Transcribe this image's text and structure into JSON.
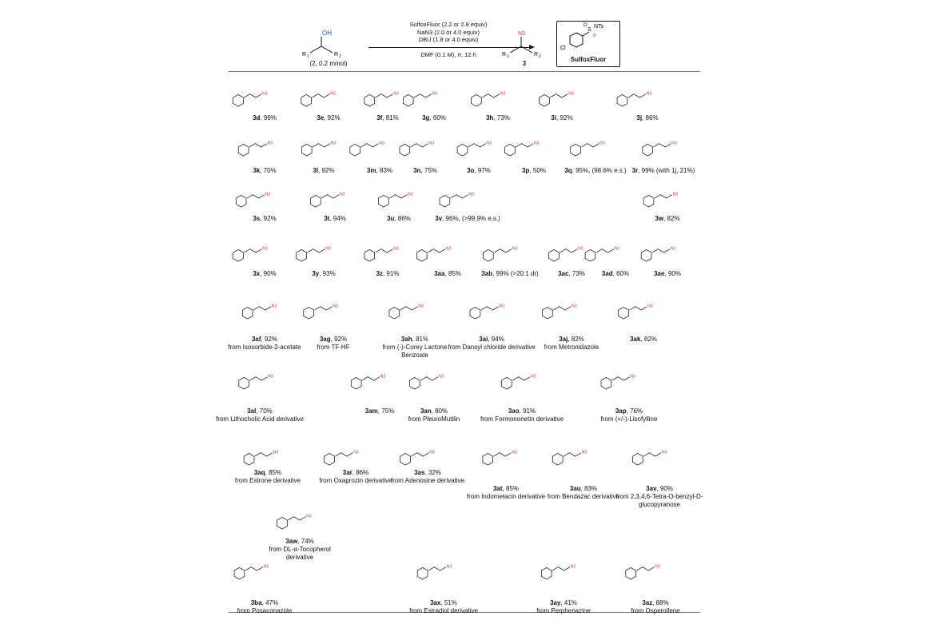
{
  "scheme": {
    "substrate_label": "(2, 0.2 mmol)",
    "substrate_num": "2",
    "conditions": [
      "SulfoxFluor (2.2 or 2.8 equiv)",
      "NaN3 (2.0 or 4.0 equiv)",
      "DBU (1.8 or 4.0 equiv)"
    ],
    "solvent": "DMF (0.1 M), rt, 12 h",
    "product_label": "3",
    "reagent_name": "SulfoxFluor",
    "atoms": {
      "oh": "OH",
      "r1": "R1",
      "r2": "R2",
      "n3": "N3",
      "nts": "NTs",
      "f": "F",
      "s": "S",
      "o": "O",
      "cl": "Cl"
    }
  },
  "colors": {
    "azide": "#e52b2b",
    "fluorine": "#e040c8",
    "line": "#111111",
    "rule": "#777777"
  },
  "products": [
    {
      "code": "3d",
      "yield": "96%",
      "src": ""
    },
    {
      "code": "3e",
      "yield": "92%",
      "src": ""
    },
    {
      "code": "3f",
      "yield": "81%",
      "src": ""
    },
    {
      "code": "3g",
      "yield": "60%",
      "src": ""
    },
    {
      "code": "3h",
      "yield": "73%",
      "src": ""
    },
    {
      "code": "3i",
      "yield": "92%",
      "src": ""
    },
    {
      "code": "3j",
      "yield": "86%",
      "src": ""
    },
    {
      "code": "3k",
      "yield": "70%",
      "src": ""
    },
    {
      "code": "3l",
      "yield": "92%",
      "src": ""
    },
    {
      "code": "3m",
      "yield": "83%",
      "src": ""
    },
    {
      "code": "3n",
      "yield": "75%",
      "src": ""
    },
    {
      "code": "3o",
      "yield": "97%",
      "src": ""
    },
    {
      "code": "3p",
      "yield": "50%",
      "src": ""
    },
    {
      "code": "3q",
      "yield": "95%, (98.6% e.s.)",
      "src": ""
    },
    {
      "code": "3r",
      "yield": "99% (with 1j, 21%)",
      "src": ""
    },
    {
      "code": "3s",
      "yield": "92%",
      "src": ""
    },
    {
      "code": "3t",
      "yield": "94%",
      "src": ""
    },
    {
      "code": "3u",
      "yield": "86%",
      "src": ""
    },
    {
      "code": "3v",
      "yield": "96%, (>99.9% e.s.)",
      "src": ""
    },
    {
      "code": "3w",
      "yield": "82%",
      "src": ""
    },
    {
      "code": "3x",
      "yield": "90%",
      "src": ""
    },
    {
      "code": "3y",
      "yield": "93%",
      "src": ""
    },
    {
      "code": "3z",
      "yield": "91%",
      "src": ""
    },
    {
      "code": "3aa",
      "yield": "85%",
      "src": ""
    },
    {
      "code": "3ab",
      "yield": "99% (>20:1 dr)",
      "src": ""
    },
    {
      "code": "3ac",
      "yield": "73%",
      "src": ""
    },
    {
      "code": "3ad",
      "yield": "60%",
      "src": ""
    },
    {
      "code": "3ae",
      "yield": "90%",
      "src": ""
    },
    {
      "code": "3af",
      "yield": "92%",
      "src": "from Isosorbide-2-acetate"
    },
    {
      "code": "3ag",
      "yield": "92%",
      "src": "from TF-HF"
    },
    {
      "code": "3ah",
      "yield": "81%",
      "src": "from (-)-Corey Lactone Benzoate"
    },
    {
      "code": "3ai",
      "yield": "94%",
      "src": "from Dansyl chloride derivative"
    },
    {
      "code": "3aj",
      "yield": "82%",
      "src": "from Metronidazole"
    },
    {
      "code": "3ak",
      "yield": "82%",
      "src": ""
    },
    {
      "code": "3al",
      "yield": "70%",
      "src": "from Lithocholic Acid derivative"
    },
    {
      "code": "3am",
      "yield": "75%",
      "src": ""
    },
    {
      "code": "3an",
      "yield": "80%",
      "src": "from PleuroMutilin"
    },
    {
      "code": "3ao",
      "yield": "91%",
      "src": "from   Formononetin derivative"
    },
    {
      "code": "3ap",
      "yield": "76%",
      "src": "from (+/-)-Lisofylline"
    },
    {
      "code": "3aq",
      "yield": "85%",
      "src": "from Estrone  derivative"
    },
    {
      "code": "3ar",
      "yield": "86%",
      "src": "from Oxaprozin derivative"
    },
    {
      "code": "3as",
      "yield": "32%",
      "src": "from Adenosine derivative"
    },
    {
      "code": "3at",
      "yield": "85%",
      "src": "from Indometacin derivative"
    },
    {
      "code": "3au",
      "yield": "83%",
      "src": "from Bendazac derivative"
    },
    {
      "code": "3av",
      "yield": "90%",
      "src": "from 2,3,4,6-Tetra-O-benzyl-D-glucopyranose"
    },
    {
      "code": "3aw",
      "yield": "74%",
      "src": "from DL-α-Tocopherol derivative"
    },
    {
      "code": "3ba",
      "yield": "47%",
      "src": "from Posaconazole"
    },
    {
      "code": "3ax",
      "yield": "51%",
      "src": "from Estradiol derivative"
    },
    {
      "code": "3ay",
      "yield": "41%",
      "src": "from Perphenazine"
    },
    {
      "code": "3az",
      "yield": "88%",
      "src": "from Ospemifene"
    }
  ]
}
